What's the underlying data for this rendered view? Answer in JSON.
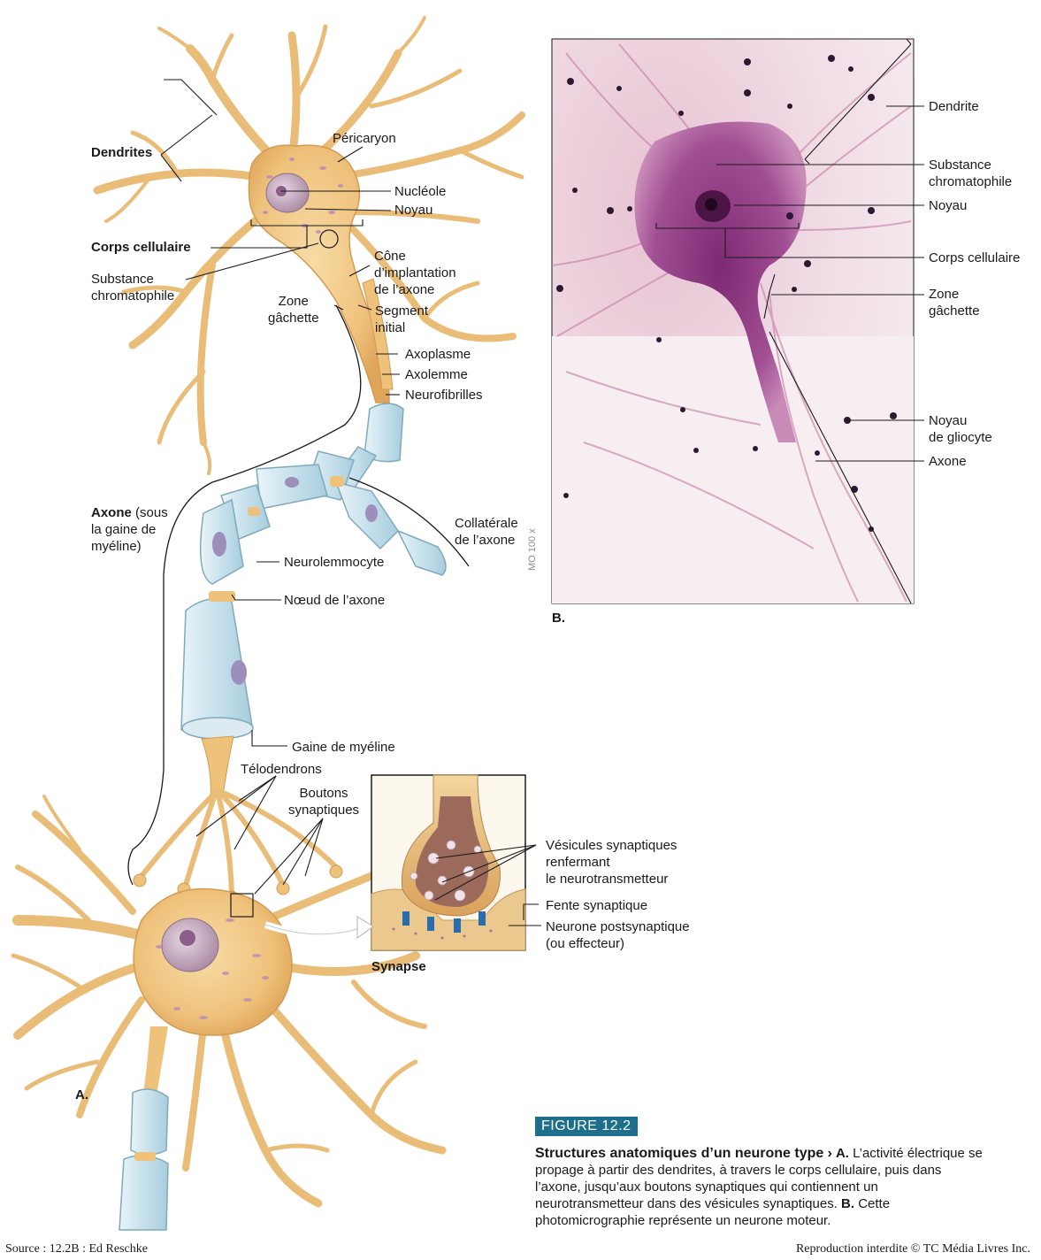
{
  "colors": {
    "neuron_fill": "#f3cf8c",
    "neuron_stroke": "#d8a354",
    "myelin": "#cfe6ef",
    "myelin_stroke": "#7fa9bd",
    "nucleus": "#b89ab0",
    "micrograph_bg": "#efd8e2",
    "micrograph_cell": "#8e3a83",
    "badge": "#1d6f8c"
  },
  "panel_a": {
    "label": "A.",
    "labels": {
      "dendrites": "Dendrites",
      "pericaryon": "Péricaryon",
      "nucleole": "Nucléole",
      "noyau": "Noyau",
      "corps_cellulaire": "Corps cellulaire",
      "substance": [
        "Substance",
        "chromatophile"
      ],
      "cone": [
        "Cône",
        "d’implantation",
        "de l’axone"
      ],
      "zone": [
        "Zone",
        "gâchette"
      ],
      "segment": [
        "Segment",
        "initial"
      ],
      "axoplasme": "Axoplasme",
      "axolemme": "Axolemme",
      "neurofibrilles": "Neurofibrilles",
      "axone_bold": "Axone",
      "axone_rest": " (sous",
      "axone_lines": [
        "la gaine de",
        "myéline)"
      ],
      "collaterale": [
        "Collatérale",
        "de l’axone"
      ],
      "neurolemmocyte": "Neurolemmocyte",
      "noeud": "Nœud de l’axone",
      "gaine": "Gaine de myéline",
      "telodendrons": "Télodendrons",
      "boutons": [
        "Boutons",
        "synaptiques"
      ],
      "vesicules": [
        "Vésicules synaptiques",
        "renfermant",
        "le neurotransmetteur"
      ],
      "fente": "Fente synaptique",
      "postsynaptique": [
        "Neurone postsynaptique",
        "(ou effecteur)"
      ],
      "synapse": "Synapse"
    }
  },
  "panel_b": {
    "label": "B.",
    "magnification": "MO 100 x",
    "labels": {
      "dendrite": "Dendrite",
      "substance": [
        "Substance",
        "chromatophile"
      ],
      "noyau": "Noyau",
      "corps_cellulaire": "Corps cellulaire",
      "zone": [
        "Zone",
        "gâchette"
      ],
      "noyau_gliocyte": [
        "Noyau",
        "de gliocyte"
      ],
      "axone": "Axone"
    }
  },
  "figure": {
    "badge": "FIGURE 12.2",
    "title": "Structures anatomiques d’un neurone type",
    "marker": "›",
    "a_label": "A.",
    "a_text": " L’activité électrique se propage à partir des dendrites, à travers le corps cellulaire, puis dans l’axone, jusqu’aux boutons synaptiques qui contiennent un neurotransmetteur dans des vésicules synaptiques.",
    "b_label": "B.",
    "b_text": " Cette photomicrographie représente un neurone moteur."
  },
  "footer": {
    "source": "Source : 12.2B : Ed Reschke",
    "rights": "Reproduction interdite © TC Média Livres Inc."
  }
}
